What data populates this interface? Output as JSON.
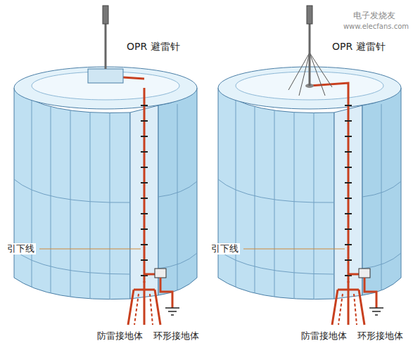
{
  "diagram": {
    "labels": [
      "OPR 避雷针",
      "OPR 避雷针",
      "引下线",
      "引下线",
      "防雷接地体",
      "环形接地体",
      "防雷接地体",
      "环形接地体",
      "电子发烧友",
      "www.elecfans.com"
    ]
  }
}
